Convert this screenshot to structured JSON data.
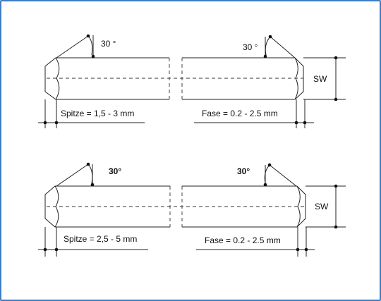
{
  "diagram": {
    "top": {
      "angle_left": "30 °",
      "angle_right": "30 °",
      "width_label": "SW",
      "tip_label": "Spitze = 1,5 - 3 mm",
      "chamfer_label": "Fase = 0.2 - 2.5 mm"
    },
    "bottom": {
      "angle_left": "30°",
      "angle_right": "30°",
      "width_label": "SW",
      "tip_label": "Spitze = 2,5 - 5 mm",
      "chamfer_label": "Fase = 0.2 - 2.5 mm"
    }
  }
}
